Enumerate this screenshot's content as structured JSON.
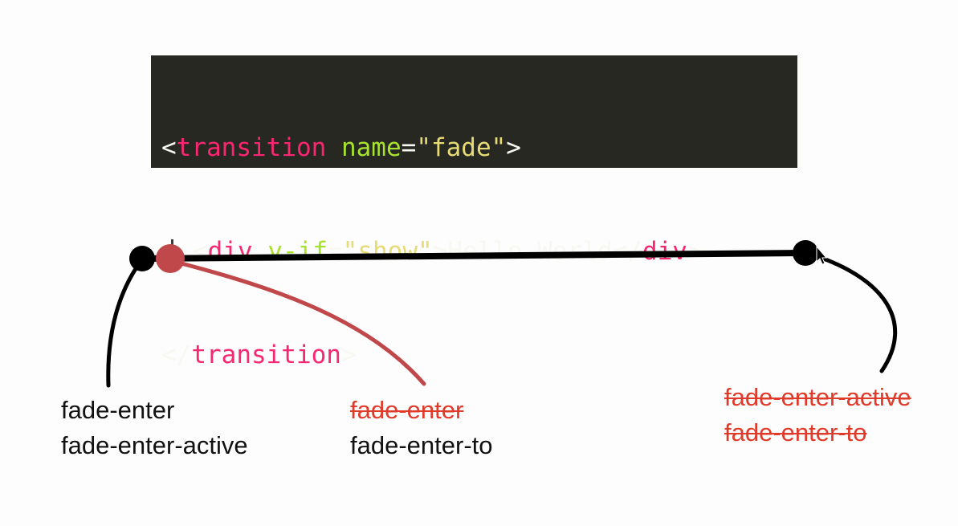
{
  "code": {
    "line1": {
      "open": "<",
      "tag": "transition",
      "space": " ",
      "attr": "name",
      "eq": "=",
      "value": "\"fade\"",
      "close": ">"
    },
    "line2": {
      "open": "<",
      "tag": "div",
      "space": " ",
      "attr": "v-if",
      "eq": "=",
      "value": "\"show\"",
      "close": ">",
      "text": "Hello World",
      "end_open": "</",
      "end_tag": "div",
      "end_close": ">"
    },
    "line3": {
      "open": "</",
      "tag": "transition",
      "close": ">"
    }
  },
  "labels": {
    "start": [
      "fade-enter",
      "fade-enter-active"
    ],
    "next_frame_removed": "fade-enter",
    "next_frame_added": "fade-enter-to",
    "end_removed": [
      "fade-enter-active",
      "fade-enter-to"
    ]
  },
  "colors": {
    "code_bg": "#272822",
    "tag": "#f92672",
    "attr": "#a6e22e",
    "string": "#e6db74",
    "timeline": "#000000",
    "next_frame_marker": "#c0484a",
    "removed_class": "#e03a2a"
  }
}
